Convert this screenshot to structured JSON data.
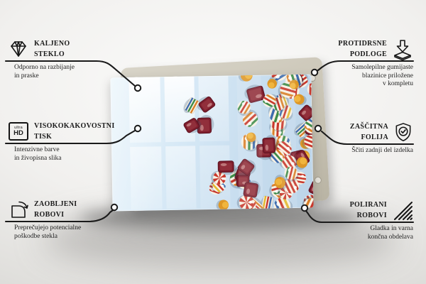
{
  "product": {
    "type": "glass-panel-infographic",
    "glass_tint": "#cfe3f2",
    "back_panel_color": "#c9c4b5",
    "line_color": "#1a1a1a",
    "anti_slip_pads_visible": 2
  },
  "icon_labels": {
    "ultra": "ultra",
    "hd": "HD"
  },
  "callouts": {
    "left": [
      {
        "id": "tempered-glass",
        "icon": "diamond-icon",
        "title": "KALJENO\nSTEKLO",
        "desc": "Odporno na razbijanje\nin praske"
      },
      {
        "id": "high-quality-print",
        "icon": "ultra-hd-icon",
        "title": "VISOKOKAKOVOSTNI\nTISK",
        "desc": "Intenzivne barve\nin živopisna slika"
      },
      {
        "id": "rounded-corners",
        "icon": "rounded-corner-icon",
        "title": "ZAOBLJENI\nROBOVI",
        "desc": "Preprečujejo potencialne\npoškodbe stekla"
      }
    ],
    "right": [
      {
        "id": "anti-slip-pads",
        "icon": "anti-slip-pad-icon",
        "title": "PROTIDRSNE\nPODLOGE",
        "desc": "Samolepilne gumijaste\nblazinice priložene\nv kompletu"
      },
      {
        "id": "protective-film",
        "icon": "shield-check-icon",
        "title": "ZAŠČITNA\nFOLIJA",
        "desc": "Ščiti zadnji del izdelka"
      },
      {
        "id": "polished-edges",
        "icon": "polished-edges-icon",
        "title": "POLIRANI\nROBOVI",
        "desc": "Gladka in varna\nkončna obdelava"
      }
    ]
  }
}
